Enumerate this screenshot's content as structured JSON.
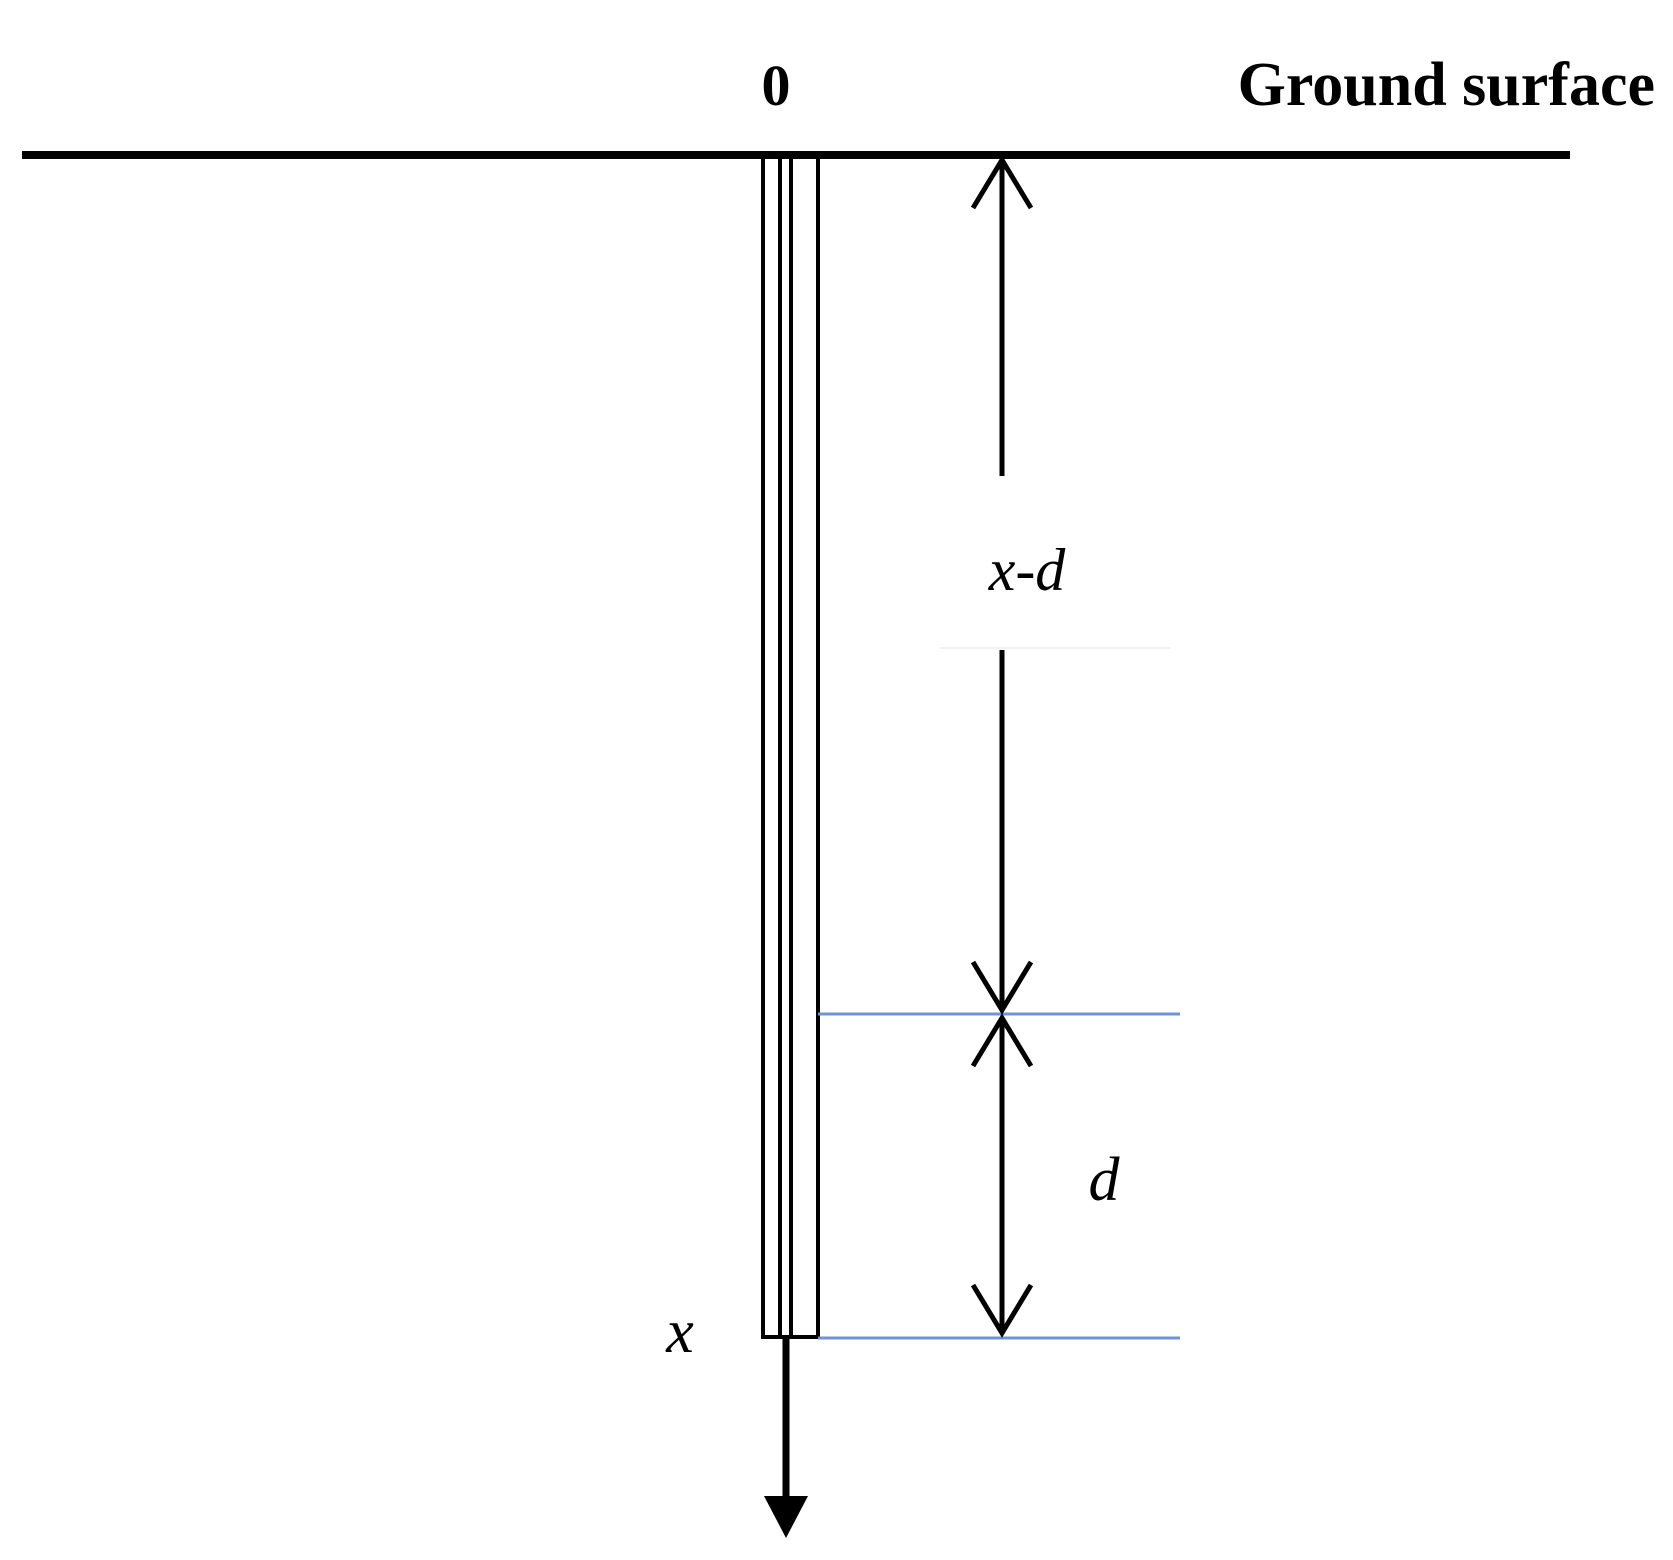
{
  "labels": {
    "origin": "0",
    "ground_surface": "Ground surface",
    "upper_segment": "x-d",
    "lower_segment": "d",
    "depth_mark": "x"
  },
  "colors": {
    "line": "#000000",
    "reference_line": "#6f94d6",
    "background": "#ffffff"
  }
}
